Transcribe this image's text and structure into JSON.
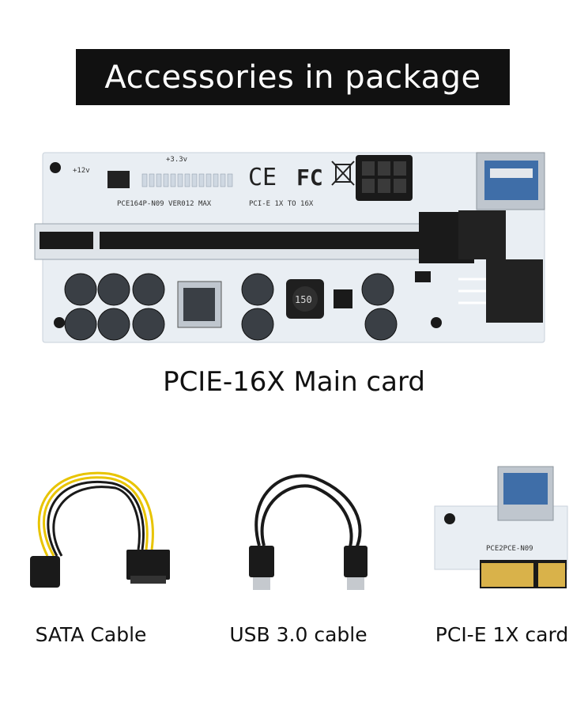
{
  "header": {
    "title": "Accessories in package"
  },
  "main_card": {
    "caption": "PCIE-16X Main card",
    "labels": {
      "model": "PCE164P-N09  VER012 MAX",
      "pcie": "PCI-E 1X TO 16X",
      "volt12": "+12v",
      "volt33": "+3.3v",
      "ce": "CE",
      "fc": "FC",
      "inductor": "150"
    }
  },
  "accessories": [
    {
      "caption": "SATA Cable"
    },
    {
      "caption": "USB 3.0  cable"
    },
    {
      "caption": "PCI-E 1X card",
      "board_label": "PCE2PCE-N09"
    }
  ],
  "colors": {
    "banner_bg": "#111111",
    "banner_text": "#ffffff",
    "pcb": "#e9eef3",
    "connector": "#1a1a1a",
    "usb_blue": "#3f6ea8",
    "gold": "#d9b24a",
    "wire_yellow": "#e8c400",
    "wire_black": "#1a1a1a"
  }
}
